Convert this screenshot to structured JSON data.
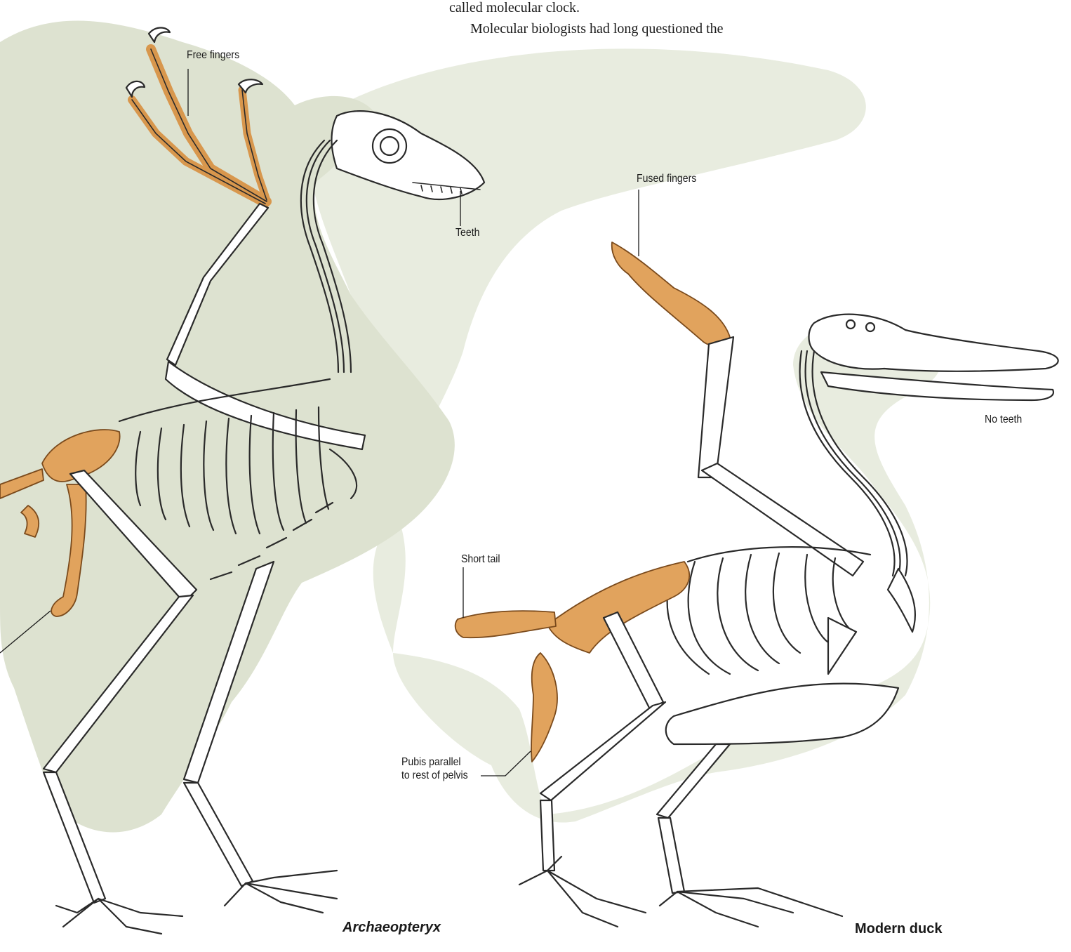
{
  "article": {
    "line1": "called molecular clock.",
    "line2": "Molecular biologists had long questioned the"
  },
  "archaeopteryx": {
    "caption": "Archaeopteryx",
    "labels": {
      "free_fingers": "Free fingers",
      "teeth": "Teeth"
    }
  },
  "duck": {
    "caption": "Modern duck",
    "labels": {
      "fused_fingers": "Fused fingers",
      "no_teeth": "No teeth",
      "short_tail": "Short tail",
      "pubis_line1": "Pubis parallel",
      "pubis_line2": "to rest of pelvis"
    }
  },
  "colors": {
    "silhouette_archaeopteryx": "#dde2d0",
    "silhouette_duck": "#e8ecdf",
    "highlight_bone": "#e1a35d",
    "outline": "#2a2a2a"
  }
}
